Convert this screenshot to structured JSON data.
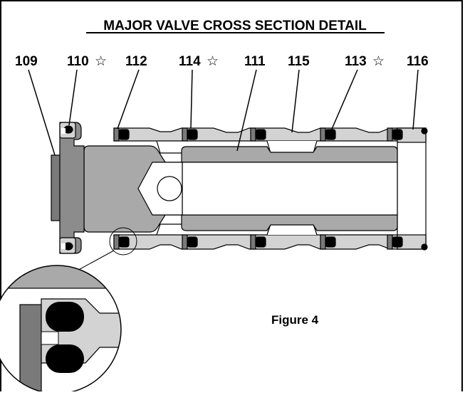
{
  "diagram": {
    "title": "MAJOR VALVE CROSS SECTION DETAIL",
    "figure_label": "Figure 4",
    "star_symbol": "☆",
    "callouts": [
      {
        "id": "109",
        "number": "109",
        "star": false
      },
      {
        "id": "110",
        "number": "110",
        "star": true
      },
      {
        "id": "112",
        "number": "112",
        "star": false
      },
      {
        "id": "114",
        "number": "114",
        "star": true
      },
      {
        "id": "111",
        "number": "111",
        "star": false
      },
      {
        "id": "115",
        "number": "115",
        "star": false
      },
      {
        "id": "113",
        "number": "113",
        "star": true
      },
      {
        "id": "116",
        "number": "116",
        "star": false
      }
    ]
  },
  "colors": {
    "dark_gray": "#7a7a7a",
    "mid_gray": "#a9a9a9",
    "light_gray": "#d3d3d3",
    "outline": "#000000",
    "background": "#ffffff"
  }
}
